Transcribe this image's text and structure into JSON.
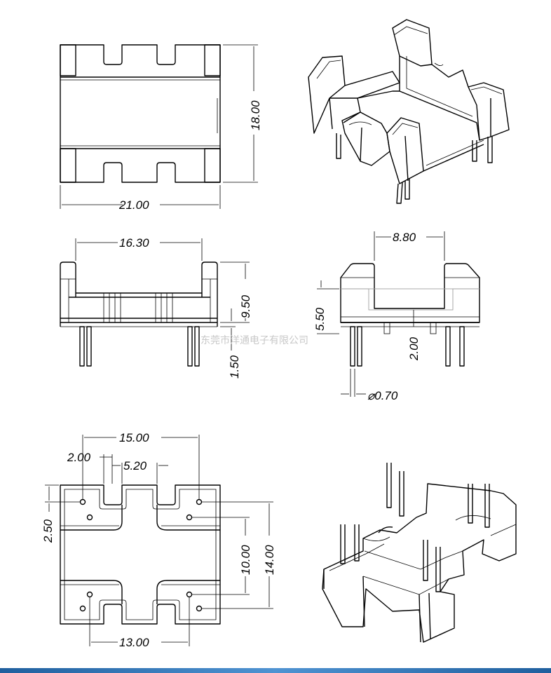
{
  "dimensions": {
    "top_width": "21.00",
    "top_height": "18.00",
    "front_inner_width": "16.30",
    "front_height": "9.50",
    "front_pin": "1.50",
    "side_slot": "8.80",
    "side_height": "5.50",
    "side_depth": "2.00",
    "side_pin_dia": "⌀0.70",
    "bottom_pin_pitch": "15.00",
    "bottom_offset": "2.00",
    "bottom_slot": "5.20",
    "bottom_left": "2.50",
    "bottom_inner": "10.00",
    "bottom_outer": "14.00",
    "bottom_lower_pitch": "13.00"
  },
  "watermark": "东莞市洋通电子有限公司",
  "colors": {
    "line": "#000000",
    "watermark": "#c8c8c8",
    "footer_bar": "#2f78c0"
  }
}
